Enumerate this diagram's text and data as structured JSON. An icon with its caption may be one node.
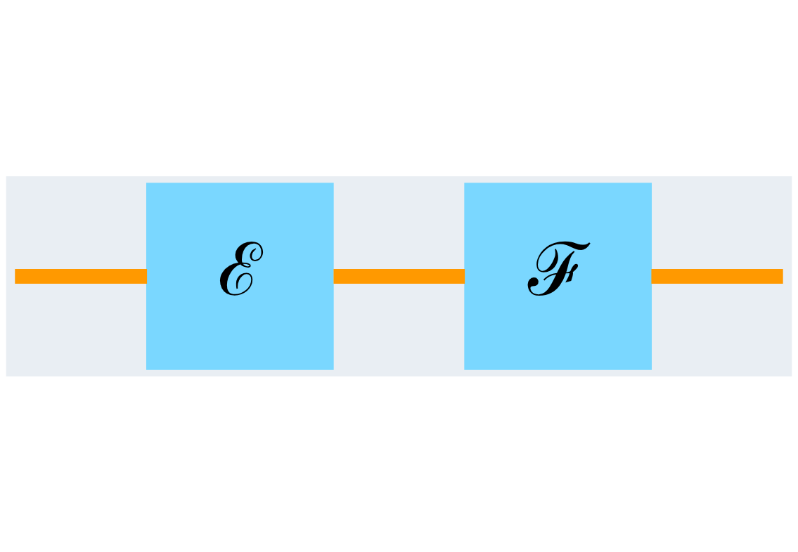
{
  "diagram": {
    "nodes": [
      {
        "text": [
          "ℰ"
        ]
      },
      {
        "text": [
          "ℱ"
        ]
      }
    ],
    "edges": [
      {
        "from": null,
        "to": 0,
        "arrow": "none"
      },
      {
        "from": 0,
        "to": 1,
        "arrow": "none"
      },
      {
        "from": 1,
        "to": null,
        "arrow": "none"
      }
    ]
  }
}
